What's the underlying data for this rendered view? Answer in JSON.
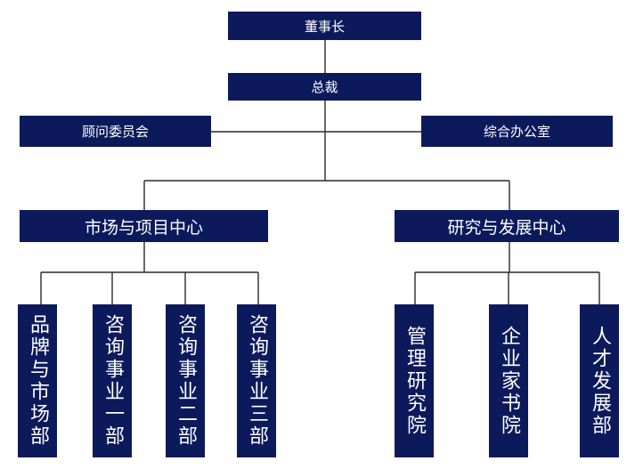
{
  "org": {
    "chairman": "董事长",
    "president": "总裁",
    "advisory_committee": "顾问委员会",
    "general_office": "综合办公室",
    "market_center": "市场与项目中心",
    "rd_center": "研究与发展中心",
    "brand_market_dept": "品牌与市场部",
    "consulting_dept_1": "咨询事业一部",
    "consulting_dept_2": "咨询事业二部",
    "consulting_dept_3": "咨询事业三部",
    "management_institute": "管理研究院",
    "entrepreneur_academy": "企业家书院",
    "talent_dev_dept": "人才发展部"
  },
  "colors": {
    "box_fill": "#0c1a5c",
    "box_text": "#ffffff",
    "connector": "#2a2a2a"
  }
}
